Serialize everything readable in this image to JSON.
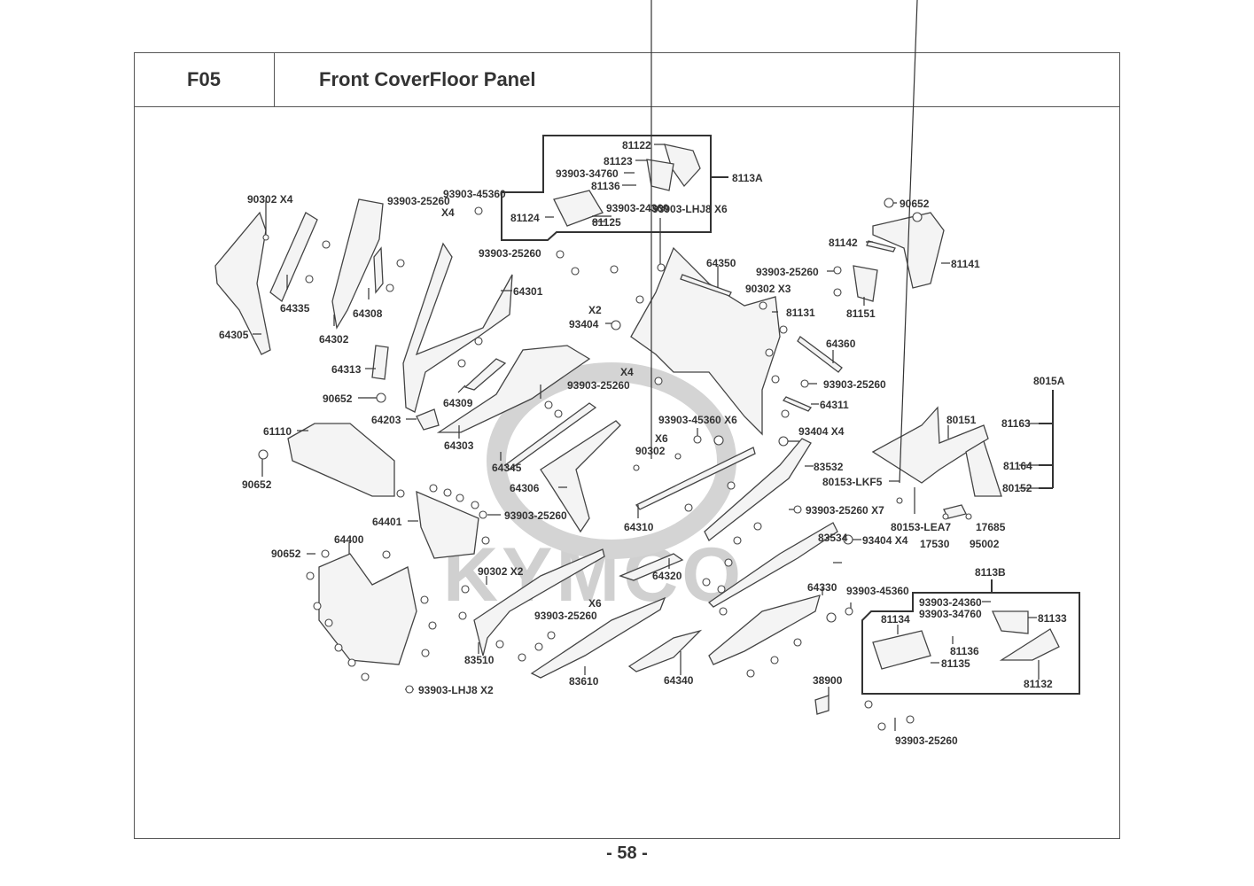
{
  "header": {
    "section_code": "F05",
    "title": "Front CoverFloor Panel"
  },
  "footer": {
    "page_number": "- 58 -"
  },
  "watermark": {
    "brand": "KYMCO"
  },
  "groups": {
    "g8113A": {
      "label": "8113A"
    },
    "g8113B": {
      "label": "8113B"
    },
    "g8015A": {
      "label": "8015A"
    }
  },
  "labels": [
    {
      "id": "l1",
      "text": "81122"
    },
    {
      "id": "l2",
      "text": "81123"
    },
    {
      "id": "l3",
      "text": "93903-34760"
    },
    {
      "id": "l4",
      "text": "81136"
    },
    {
      "id": "l5",
      "text": "93903-24360"
    },
    {
      "id": "l6",
      "text": "81124"
    },
    {
      "id": "l7",
      "text": "81125"
    },
    {
      "id": "l8",
      "text": "93903-45360"
    },
    {
      "id": "l9",
      "text": "X4"
    },
    {
      "id": "l10",
      "text": "93903-25260"
    },
    {
      "id": "l11",
      "text": "90302  X4"
    },
    {
      "id": "l12",
      "text": "64335"
    },
    {
      "id": "l13",
      "text": "64308"
    },
    {
      "id": "l14",
      "text": "64302"
    },
    {
      "id": "l15",
      "text": "64305"
    },
    {
      "id": "l16",
      "text": "93903-LHJ8 X6"
    },
    {
      "id": "l17",
      "text": "93903-25260"
    },
    {
      "id": "l18",
      "text": "64301"
    },
    {
      "id": "l19",
      "text": "64350"
    },
    {
      "id": "l20",
      "text": "93903-25260"
    },
    {
      "id": "l21",
      "text": "90302  X3"
    },
    {
      "id": "l22",
      "text": "81131"
    },
    {
      "id": "l23",
      "text": "X2"
    },
    {
      "id": "l24",
      "text": "93404"
    },
    {
      "id": "l25",
      "text": "90652"
    },
    {
      "id": "l26",
      "text": "81142"
    },
    {
      "id": "l27",
      "text": "81141"
    },
    {
      "id": "l28",
      "text": "81151"
    },
    {
      "id": "l29",
      "text": "64360"
    },
    {
      "id": "l30",
      "text": "64313"
    },
    {
      "id": "l31",
      "text": "90652"
    },
    {
      "id": "l32",
      "text": "64309"
    },
    {
      "id": "l33",
      "text": "X4"
    },
    {
      "id": "l34",
      "text": "93903-25260"
    },
    {
      "id": "l35",
      "text": "93903-25260"
    },
    {
      "id": "l36",
      "text": "64311"
    },
    {
      "id": "l37",
      "text": "64203"
    },
    {
      "id": "l38",
      "text": "64303"
    },
    {
      "id": "l39",
      "text": "61110"
    },
    {
      "id": "l40",
      "text": "90652"
    },
    {
      "id": "l41",
      "text": "64345"
    },
    {
      "id": "l42",
      "text": "64306"
    },
    {
      "id": "l43",
      "text": "93903-45360 X6"
    },
    {
      "id": "l44",
      "text": "X6"
    },
    {
      "id": "l45",
      "text": "90302"
    },
    {
      "id": "l46",
      "text": "93404  X4"
    },
    {
      "id": "l47",
      "text": "83532"
    },
    {
      "id": "l48",
      "text": "80151"
    },
    {
      "id": "l49",
      "text": "81163"
    },
    {
      "id": "l50",
      "text": "81164"
    },
    {
      "id": "l51",
      "text": "80152"
    },
    {
      "id": "l52",
      "text": "80153-LKF5"
    },
    {
      "id": "l53",
      "text": "64401"
    },
    {
      "id": "l54",
      "text": "93903-25260"
    },
    {
      "id": "l55",
      "text": "64310"
    },
    {
      "id": "l56",
      "text": "93903-25260 X7"
    },
    {
      "id": "l57",
      "text": "80153-LEA7"
    },
    {
      "id": "l58",
      "text": "17685"
    },
    {
      "id": "l59",
      "text": "17530"
    },
    {
      "id": "l60",
      "text": "95002"
    },
    {
      "id": "l61",
      "text": "93404  X4"
    },
    {
      "id": "l62",
      "text": "90652"
    },
    {
      "id": "l63",
      "text": "64400"
    },
    {
      "id": "l64",
      "text": "90302  X2"
    },
    {
      "id": "l65",
      "text": "64320"
    },
    {
      "id": "l66",
      "text": "83534"
    },
    {
      "id": "l67",
      "text": "64330"
    },
    {
      "id": "l68",
      "text": "93903-45360"
    },
    {
      "id": "l69",
      "text": "X6"
    },
    {
      "id": "l70",
      "text": "93903-25260"
    },
    {
      "id": "l71",
      "text": "83510"
    },
    {
      "id": "l72",
      "text": "83610"
    },
    {
      "id": "l73",
      "text": "64340"
    },
    {
      "id": "l74",
      "text": "93903-LHJ8 X2"
    },
    {
      "id": "l75",
      "text": "38900"
    },
    {
      "id": "l76",
      "text": "93903-24360"
    },
    {
      "id": "l77",
      "text": "93903-34760"
    },
    {
      "id": "l78",
      "text": "81133"
    },
    {
      "id": "l79",
      "text": "81134"
    },
    {
      "id": "l80",
      "text": "81136"
    },
    {
      "id": "l81",
      "text": "81135"
    },
    {
      "id": "l82",
      "text": "81132"
    },
    {
      "id": "l83",
      "text": "93903-25260"
    }
  ]
}
